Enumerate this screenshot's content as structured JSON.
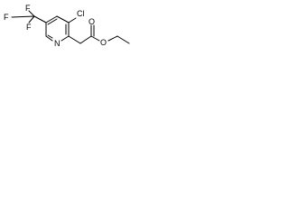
{
  "molecule": {
    "atoms": {
      "fluorine_top": "F",
      "fluorine_left": "F",
      "fluorine_bottom": "F",
      "chlorine": "Cl",
      "nitrogen": "N",
      "carbonyl_oxygen": "O",
      "ester_oxygen": "O"
    }
  },
  "colors": {
    "ink": "#000000",
    "background": "#ffffff"
  }
}
